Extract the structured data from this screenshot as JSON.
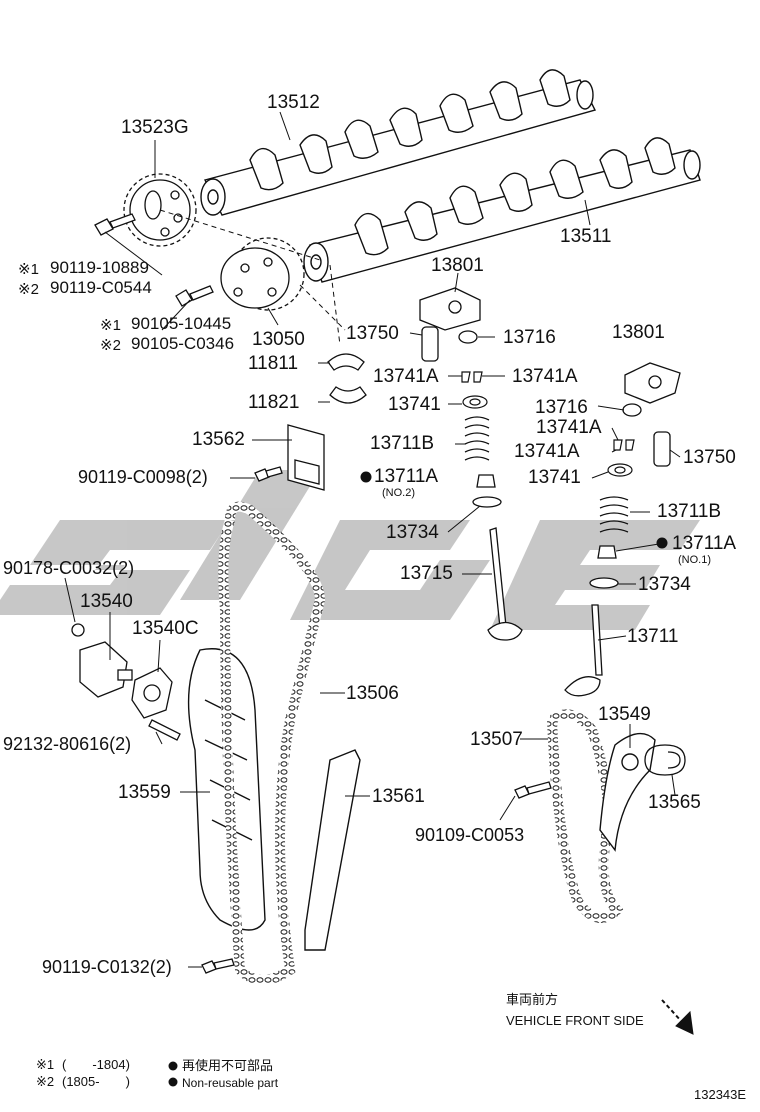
{
  "watermark_text": "SJEG",
  "parts": {
    "p13512": "13512",
    "p13523G": "13523G",
    "p13511": "13511",
    "p90119_10889": "90119-10889",
    "p90119_C0544": "90119-C0544",
    "p90105_10445": "90105-10445",
    "p90105_C0346": "90105-C0346",
    "p13050": "13050",
    "p13801_a": "13801",
    "p13801_b": "13801",
    "p13750_a": "13750",
    "p13750_b": "13750",
    "p13716_a": "13716",
    "p13716_b": "13716",
    "p11811": "11811",
    "p11821": "11821",
    "p13741A_1": "13741A",
    "p13741A_2": "13741A",
    "p13741A_3": "13741A",
    "p13741A_4": "13741A",
    "p13741_a": "13741",
    "p13741_b": "13741",
    "p13562": "13562",
    "p13711B_a": "13711B",
    "p13711B_b": "13711B",
    "p90119_C0098": "90119-C0098(2)",
    "p13711A_a": "13711A",
    "p13711A_b": "13711A",
    "no2": "(NO.2)",
    "no1": "(NO.1)",
    "p13734_a": "13734",
    "p13734_b": "13734",
    "p90178_C0032": "90178-C0032(2)",
    "p13715": "13715",
    "p13540": "13540",
    "p13540C": "13540C",
    "p13711": "13711",
    "p13506": "13506",
    "p92132_80616": "92132-80616(2)",
    "p13549": "13549",
    "p13507": "13507",
    "p13559": "13559",
    "p13561": "13561",
    "p13565": "13565",
    "p90109_C0053": "90109-C0053",
    "p90119_C0132": "90119-C0132(2)"
  },
  "marks": {
    "m1": "※1",
    "m2": "※2"
  },
  "footer": {
    "direction_jp": "車両前方",
    "direction_en": "VEHICLE FRONT SIDE",
    "note1_mark": "※1",
    "note1_range": "(　　-1804)",
    "note2_mark": "※2",
    "note2_range": "(1805-　　)",
    "nonreusable_jp": "再使用不可部品",
    "nonreusable_en": "Non-reusable part",
    "diagram_id": "132343E"
  }
}
